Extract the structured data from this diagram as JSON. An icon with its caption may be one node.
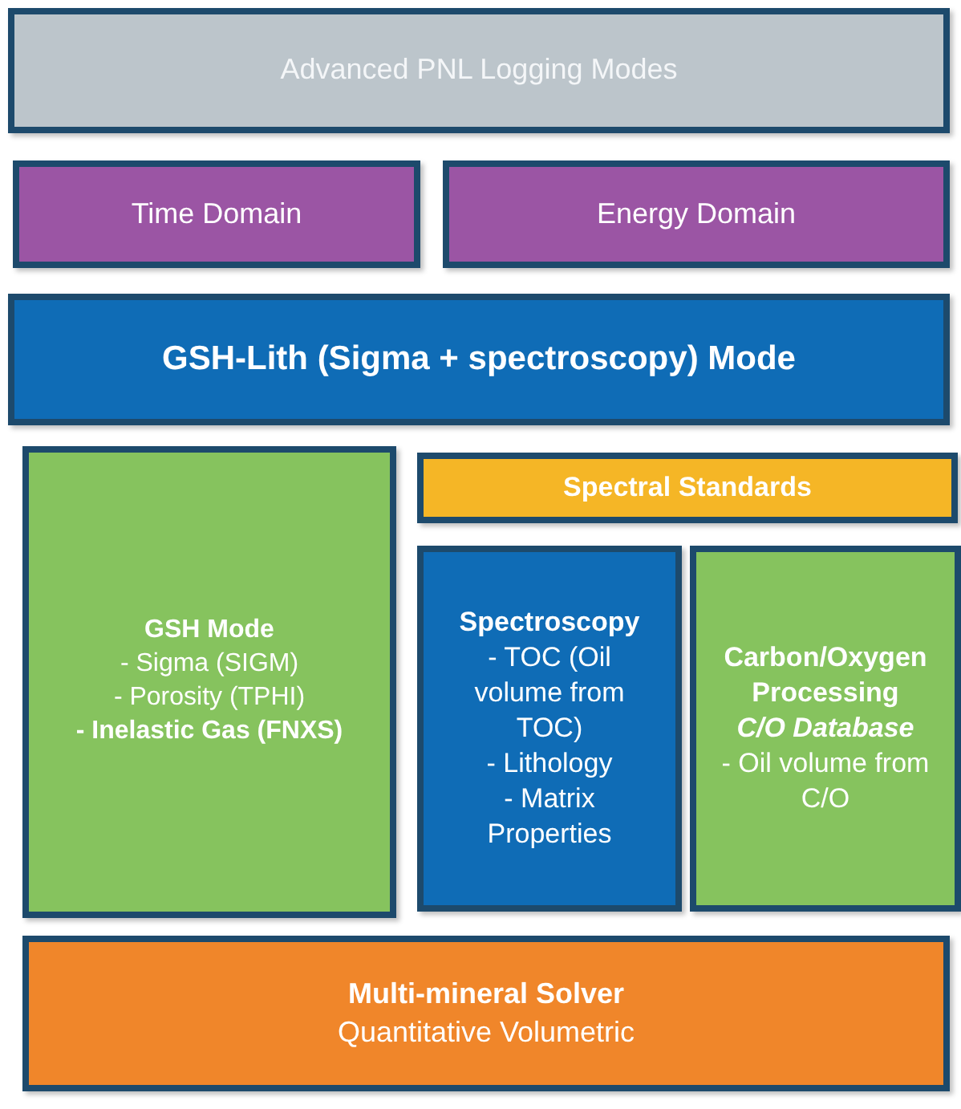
{
  "diagram": {
    "nodes": [
      {
        "text": [
          "Advanced PNL Logging Modes"
        ]
      },
      {
        "text": [
          "Time Domain"
        ]
      },
      {
        "text": [
          "Energy Domain"
        ]
      },
      {
        "text": [
          "GSH-Lith (Sigma + spectroscopy) Mode"
        ]
      },
      {
        "text": [
          "GSH Mode",
          "- Sigma (SIGM)",
          "- Porosity (TPHI)",
          "- Inelastic Gas (FNXS)"
        ]
      },
      {
        "text": [
          "Spectral Standards"
        ]
      },
      {
        "text": [
          "Spectroscopy",
          "- TOC (Oil volume from TOC)",
          "- Lithology",
          "- Matrix Properties"
        ]
      },
      {
        "text": [
          "Carbon/Oxygen Processing",
          "C/O Database",
          "- Oil volume from C/O"
        ]
      },
      {
        "text": [
          "Multi-mineral Solver",
          "Quantitative Volumetric"
        ]
      }
    ]
  }
}
